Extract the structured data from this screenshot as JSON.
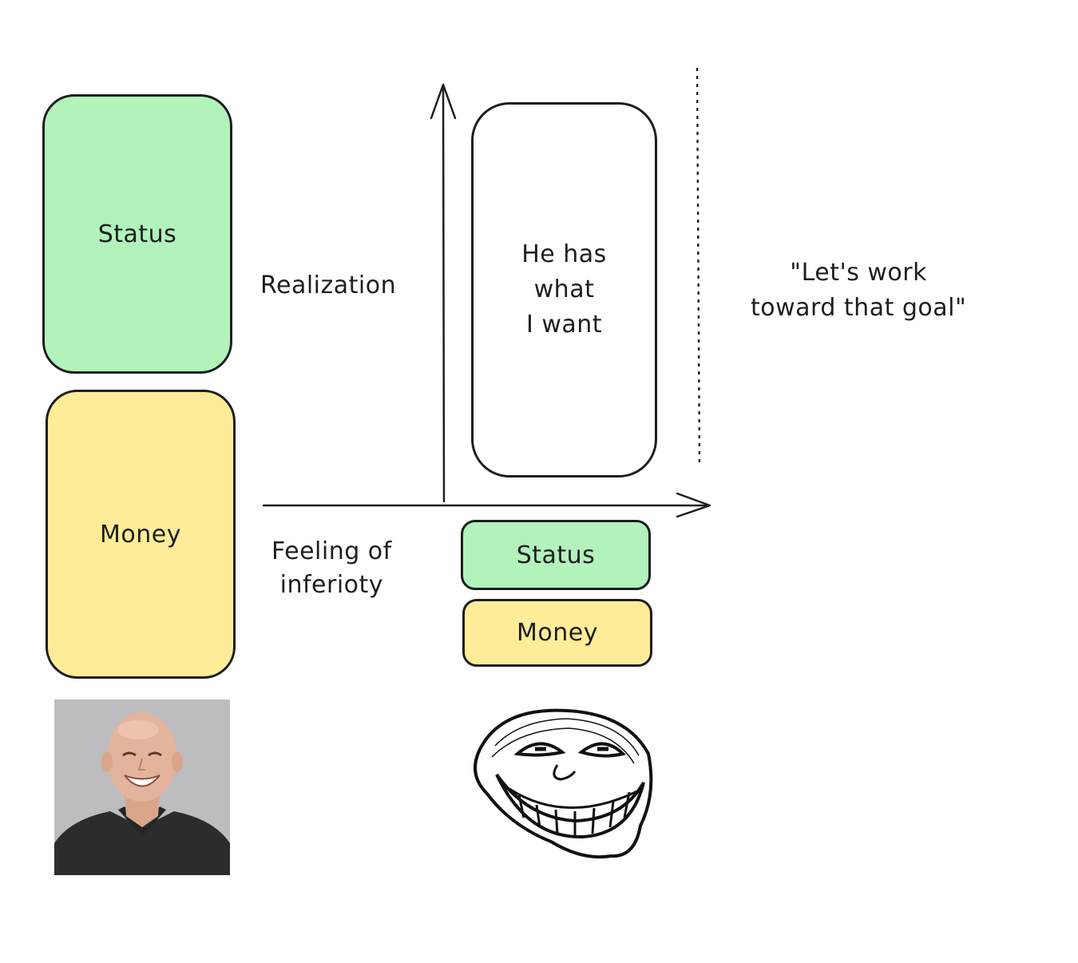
{
  "left_column": {
    "status_label": "Status",
    "money_label": "Money"
  },
  "middle": {
    "realization_label": "Realization",
    "feeling_label": "Feeling of\ninferioty"
  },
  "goal_box": {
    "text": "He has\nwhat\nI want"
  },
  "small_stack": {
    "status_label": "Status",
    "money_label": "Money"
  },
  "quote": {
    "text": "\"Let's work\ntoward that goal\""
  },
  "colors": {
    "status_fill": "#b2f2bb",
    "money_fill": "#ffec99",
    "stroke": "#1e1e1e"
  },
  "images": {
    "left_photo": "smiling-bald-man-photo",
    "right_face": "troll-face-drawing"
  }
}
